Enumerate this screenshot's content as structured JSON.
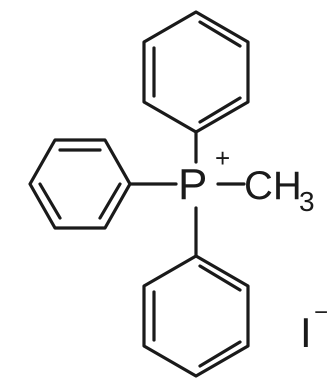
{
  "molecule": {
    "center_atom": "P",
    "center_charge": "+",
    "methyl_c": "CH",
    "methyl_h_subscript": "3",
    "counterion": "I",
    "counterion_charge": "−"
  },
  "colors": {
    "ink": "#1a1a1a",
    "background": "#ffffff"
  }
}
